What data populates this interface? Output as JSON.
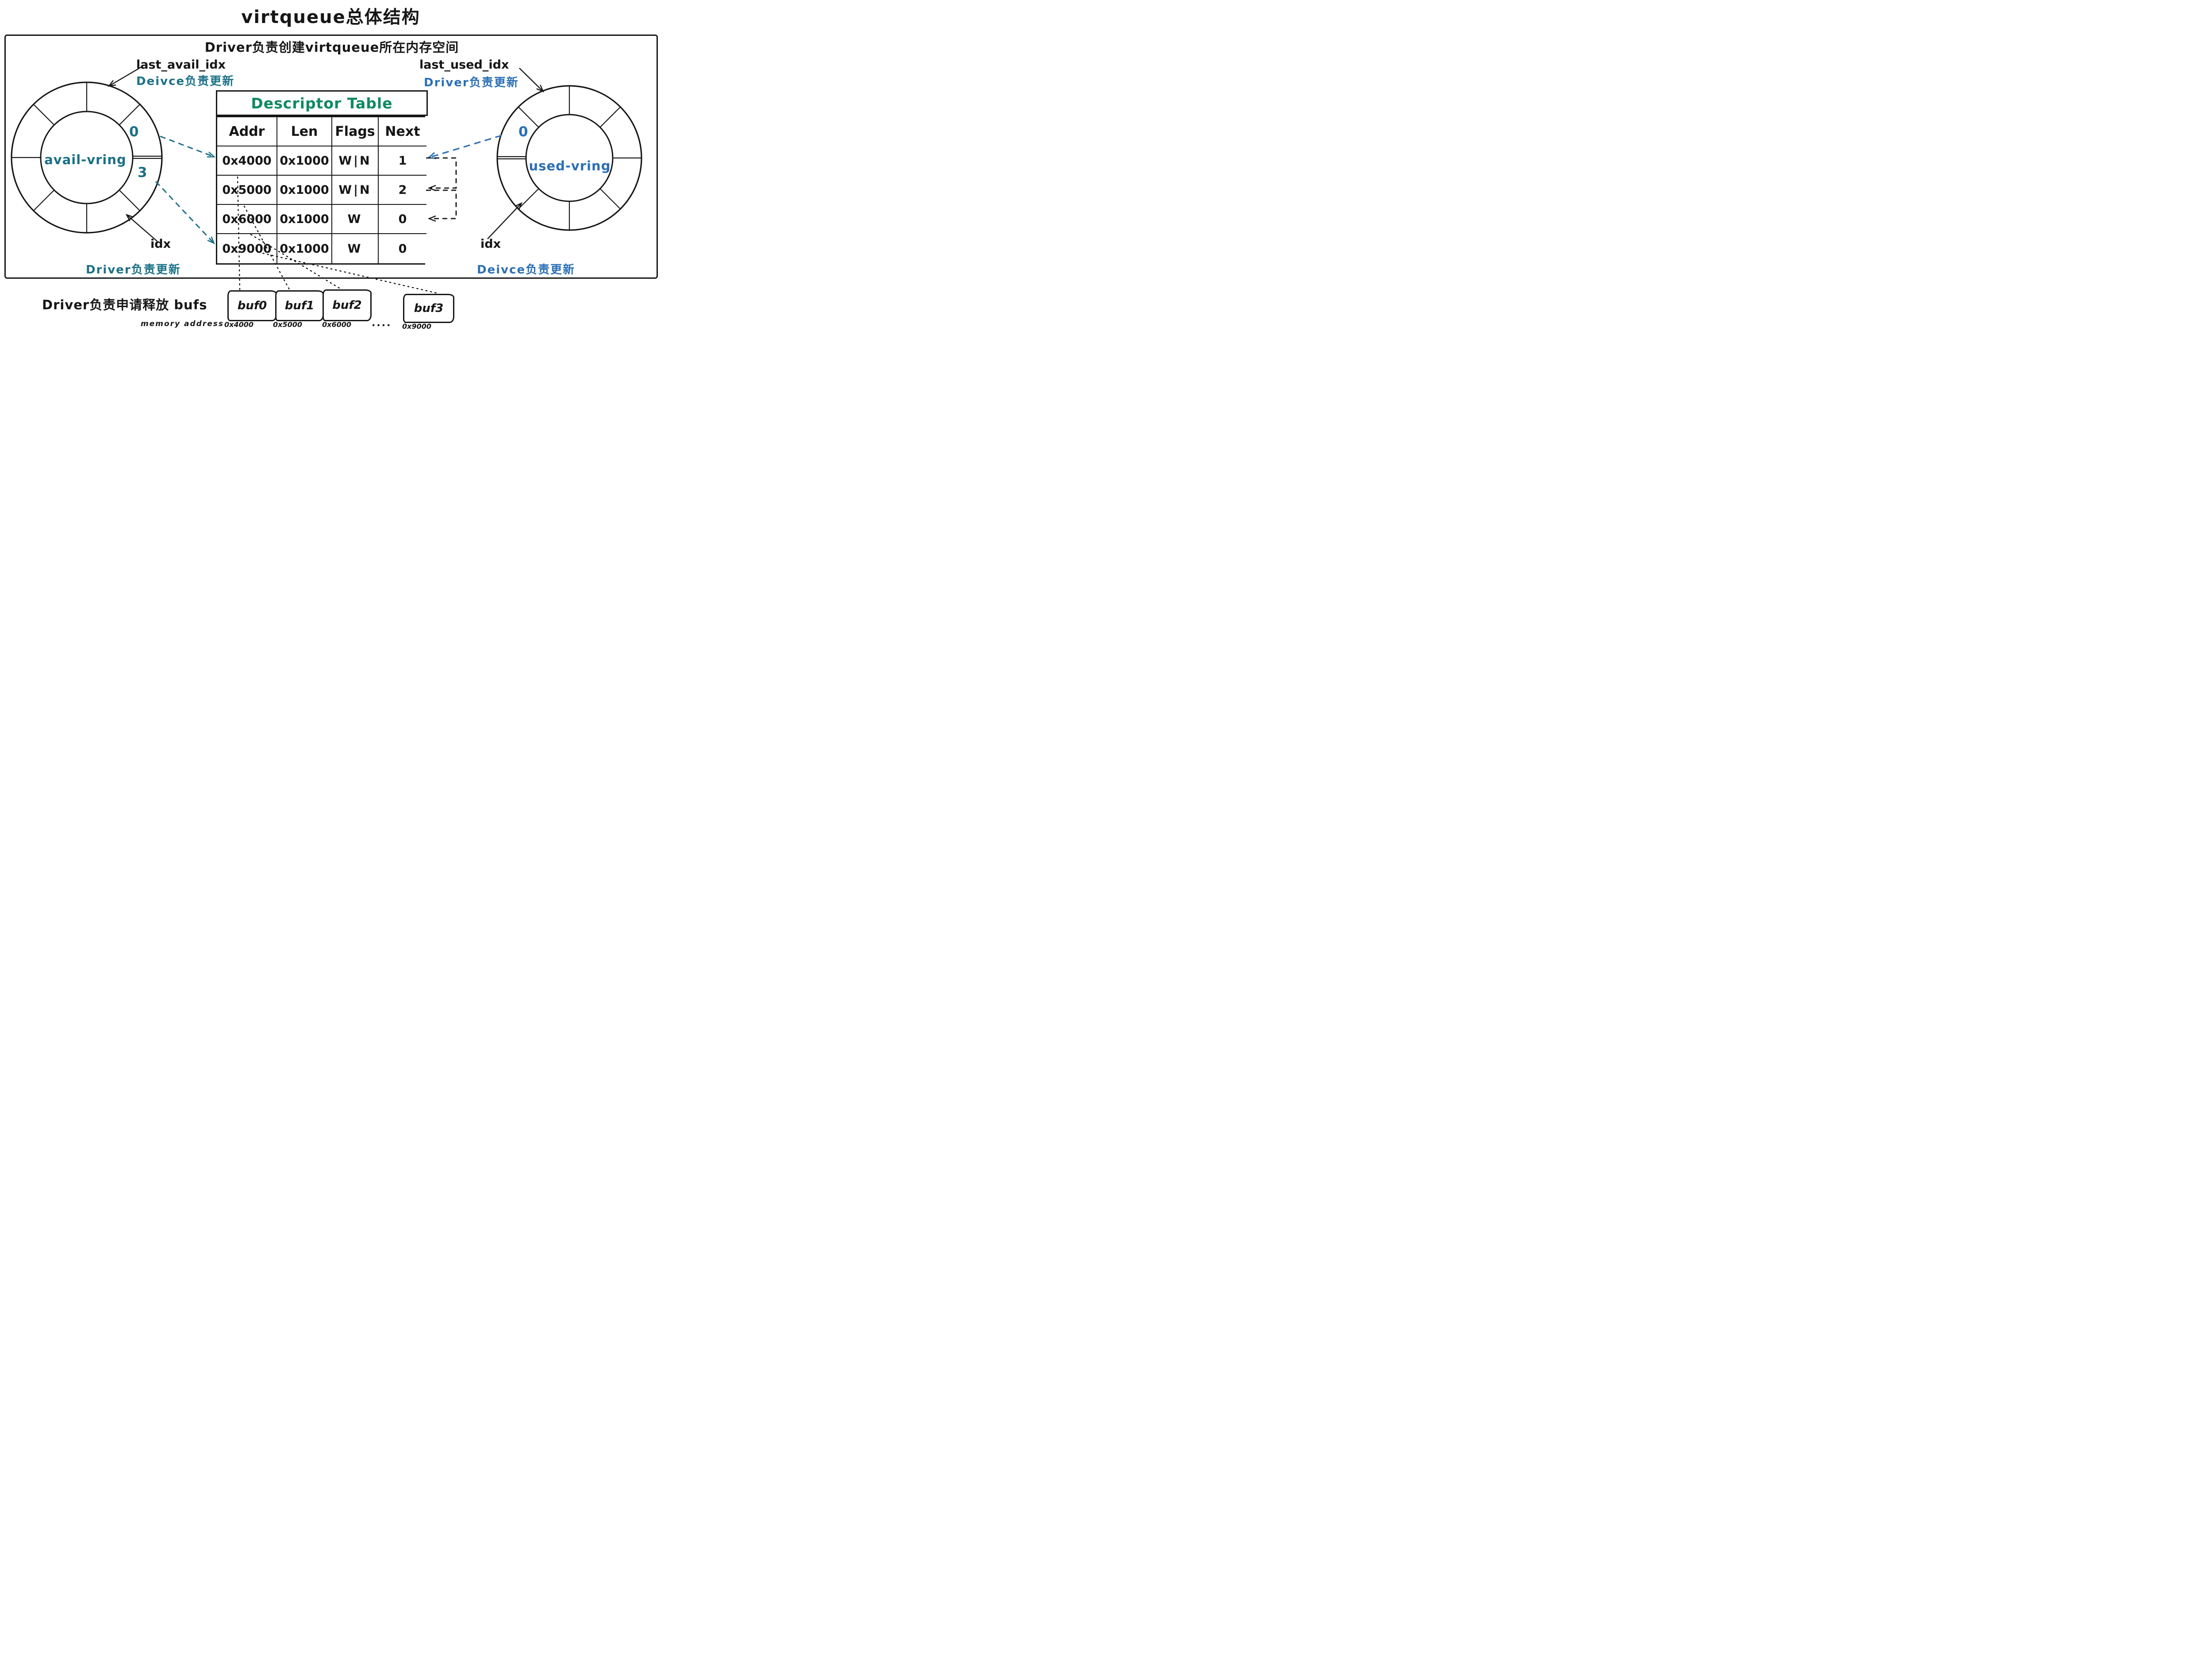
{
  "title": "virtqueue总体结构",
  "box_note": "Driver负责创建virtqueue所在内存空间",
  "avail_ring": {
    "name": "avail-vring",
    "slot_top": "0",
    "slot_bottom": "3",
    "pointer_top": {
      "label": "last_avail_idx",
      "owner": "Deivce负责更新"
    },
    "pointer_bottom": {
      "label": "idx",
      "owner": "Driver负责更新"
    }
  },
  "used_ring": {
    "name": "used-vring",
    "slot_top": "0",
    "pointer_top": {
      "label": "last_used_idx",
      "owner": "Driver负责更新"
    },
    "pointer_bottom": {
      "label": "idx",
      "owner": "Deivce负责更新"
    }
  },
  "descriptor_table": {
    "title": "Descriptor Table",
    "columns": [
      "Addr",
      "Len",
      "Flags",
      "Next"
    ],
    "rows": [
      [
        "0x4000",
        "0x1000",
        "W|N",
        "1"
      ],
      [
        "0x5000",
        "0x1000",
        "W|N",
        "2"
      ],
      [
        "0x6000",
        "0x1000",
        "W",
        "0"
      ],
      [
        "0x9000",
        "0x1000",
        "W",
        "0"
      ]
    ]
  },
  "buffers": {
    "note": "Driver负责申请释放 bufs",
    "memory_label": "memory address",
    "ellipsis": "....",
    "items": [
      {
        "label": "buf0",
        "address": "0x4000"
      },
      {
        "label": "buf1",
        "address": "0x5000"
      },
      {
        "label": "buf2",
        "address": "0x6000"
      },
      {
        "label": "buf3",
        "address": "0x9000"
      }
    ]
  },
  "colors": {
    "teal": "#1b7086",
    "blue": "#2b6fb5",
    "green": "#0f8a60",
    "ink": "#161616"
  }
}
